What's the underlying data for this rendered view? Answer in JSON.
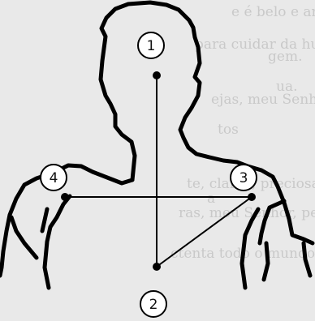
{
  "background_text": [
    "e é belo e amante, com g",
    "para cuidar da humano:",
    "gem.",
    "ua.",
    "ejas, meu Senhor, pelo irm",
    "tos",
    "te, claras, preciosas e belas.",
    "a",
    "ras, meu Senhor, pelo irmã",
    "ctenta todo o mundo. Os ou"
  ],
  "markers": [
    {
      "id": "1",
      "label": "1"
    },
    {
      "id": "2",
      "label": "2"
    },
    {
      "id": "3",
      "label": "3"
    },
    {
      "id": "4",
      "label": "4"
    }
  ]
}
